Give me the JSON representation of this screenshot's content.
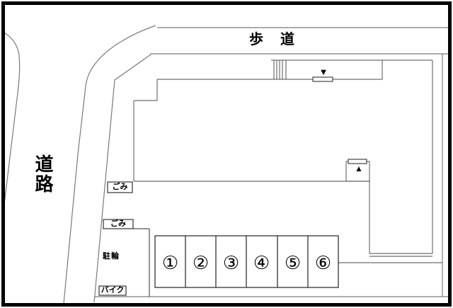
{
  "diagram": {
    "type": "site-plan",
    "sidewalk_label": "歩　道",
    "road_label": "道路",
    "garbage_box_1": "ごみ",
    "garbage_box_2": "ごみ",
    "bicycle_area_label": "駐輪",
    "motorcycle_box_label": "バイク",
    "entrance_marker_top": "▼",
    "entrance_marker_bottom": "▲",
    "parking_stalls": [
      {
        "label": "①"
      },
      {
        "label": "②"
      },
      {
        "label": "③"
      },
      {
        "label": "④"
      },
      {
        "label": "⑤"
      },
      {
        "label": "⑥"
      }
    ],
    "colors": {
      "background": "#ffffff",
      "thin_line": "#7a7a7a",
      "structure_line": "#333333",
      "border": "#000000",
      "text": "#000000"
    }
  }
}
